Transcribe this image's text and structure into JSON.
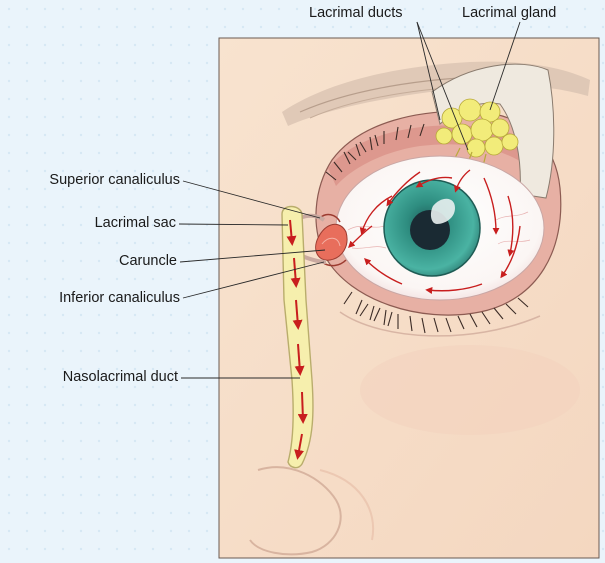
{
  "labels": {
    "lacrimal_ducts": "Lacrimal ducts",
    "lacrimal_gland": "Lacrimal gland",
    "superior_canaliculus": "Superior canaliculus",
    "lacrimal_sac": "Lacrimal sac",
    "caruncle": "Caruncle",
    "inferior_canaliculus": "Inferior canaliculus",
    "nasolacrimal_duct": "Nasolacrimal duct"
  },
  "colors": {
    "skin": "#f7dfca",
    "duct_fill": "#f6efad",
    "arrow": "#c81e1e",
    "iris": "#3fa596",
    "gland": "#f2ec7a"
  }
}
